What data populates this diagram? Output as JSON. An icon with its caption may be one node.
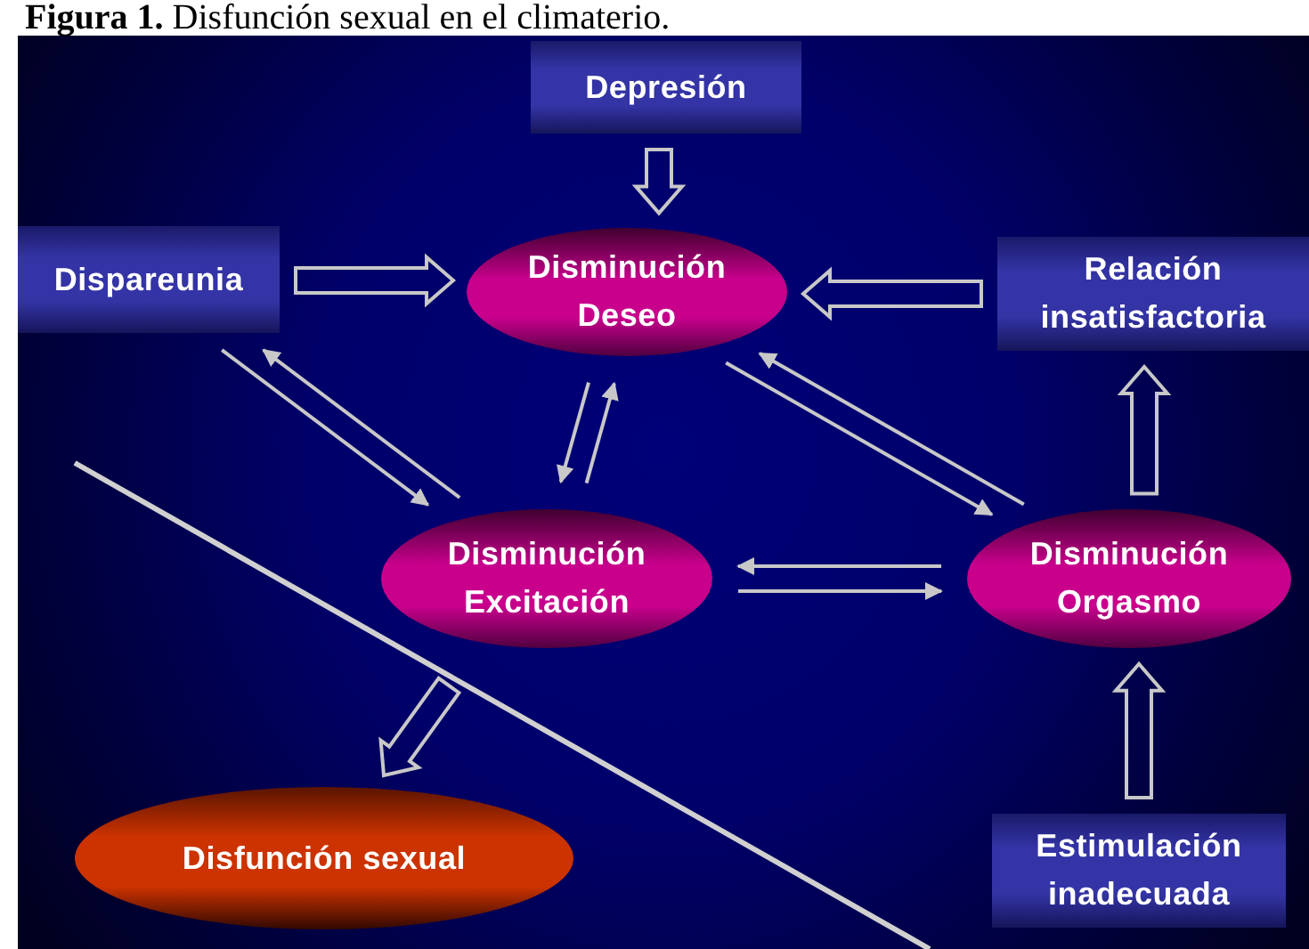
{
  "diagram": {
    "title": "**Figura 1.** Disfunción sexual en el climaterio.",
    "nodes": [
      {
        "text": [
          "Depresión"
        ]
      },
      {
        "text": [
          "Dispareunia"
        ]
      },
      {
        "text": [
          "Disminución Deseo"
        ]
      },
      {
        "text": [
          "Relación insatisfactoria"
        ]
      },
      {
        "text": [
          "Disminución Excitación"
        ]
      },
      {
        "text": [
          "Disminución Orgasmo"
        ]
      },
      {
        "text": [
          "Disfunción sexual"
        ]
      },
      {
        "text": [
          "Estimulación inadecuada"
        ]
      }
    ],
    "edges": [
      {
        "from": 0,
        "to": 2,
        "arrow": "to",
        "style": "thick"
      },
      {
        "from": 1,
        "to": 2,
        "arrow": "to",
        "style": "thick"
      },
      {
        "from": 3,
        "to": 2,
        "arrow": "to",
        "style": "thick"
      },
      {
        "from": 1,
        "to": 4,
        "arrow": "to"
      },
      {
        "from": 4,
        "to": 1,
        "arrow": "to"
      },
      {
        "from": 4,
        "to": 2,
        "arrow": "to"
      },
      {
        "from": 2,
        "to": 4,
        "arrow": "to"
      },
      {
        "from": 2,
        "to": 5,
        "arrow": "to"
      },
      {
        "from": 5,
        "to": 2,
        "arrow": "to"
      },
      {
        "from": 4,
        "to": 5,
        "arrow": "to"
      },
      {
        "from": 5,
        "to": 4,
        "arrow": "to"
      },
      {
        "from": 5,
        "to": 3,
        "arrow": "to",
        "style": "thick"
      },
      {
        "from": 7,
        "to": 5,
        "arrow": "to",
        "style": "thick"
      },
      {
        "from": null,
        "to": 6,
        "arrow": "to",
        "style": "thick"
      }
    ]
  }
}
